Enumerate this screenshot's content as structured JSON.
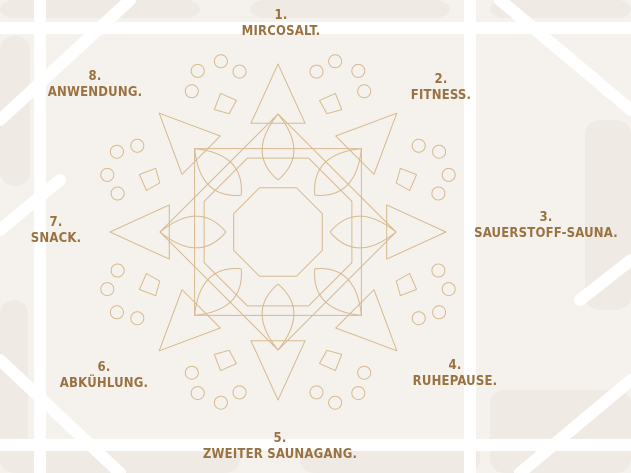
{
  "colors": {
    "background": "#f5f2ee",
    "tile": "#efeae3",
    "grid_line": "#ffffff",
    "ornament": "#d7b98e",
    "label": "#9a7141"
  },
  "steps": [
    {
      "number": "1.",
      "label": "MIRCOSALT."
    },
    {
      "number": "2.",
      "label": "FITNESS."
    },
    {
      "number": "3.",
      "label": "SAUERSTOFF-SAUNA."
    },
    {
      "number": "4.",
      "label": "RUHEPAUSE."
    },
    {
      "number": "5.",
      "label": "ZWEITER SAUNAGANG."
    },
    {
      "number": "6.",
      "label": "ABKÜHLUNG."
    },
    {
      "number": "7.",
      "label": "SNACK."
    },
    {
      "number": "8.",
      "label": "ANWENDUNG."
    }
  ]
}
